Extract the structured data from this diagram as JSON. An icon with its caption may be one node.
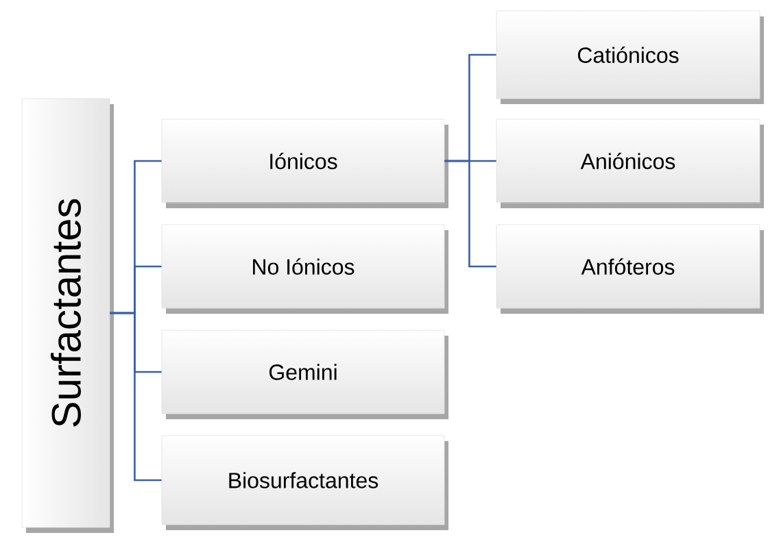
{
  "diagram": {
    "nodes": [
      {
        "text": [
          "Surfactantes"
        ]
      },
      {
        "text": [
          "Iónicos"
        ]
      },
      {
        "text": [
          "No Iónicos"
        ]
      },
      {
        "text": [
          "Gemini"
        ]
      },
      {
        "text": [
          "Biosurfactantes"
        ]
      },
      {
        "text": [
          "Catiónicos"
        ]
      },
      {
        "text": [
          "Aniónicos"
        ]
      },
      {
        "text": [
          "Anfóteros"
        ]
      }
    ],
    "edges": [
      {
        "from": 0,
        "to": 1,
        "arrow": "none"
      },
      {
        "from": 0,
        "to": 2,
        "arrow": "none"
      },
      {
        "from": 0,
        "to": 3,
        "arrow": "none"
      },
      {
        "from": 0,
        "to": 4,
        "arrow": "none"
      },
      {
        "from": 1,
        "to": 5,
        "arrow": "none"
      },
      {
        "from": 1,
        "to": 6,
        "arrow": "none"
      },
      {
        "from": 1,
        "to": 7,
        "arrow": "none"
      }
    ]
  }
}
